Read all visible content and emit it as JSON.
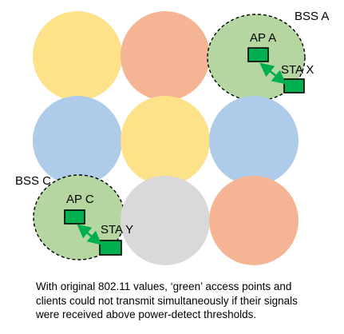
{
  "colors": {
    "yellow": "#fde28a",
    "orange": "#f5b594",
    "blue": "#aecbe9",
    "gray": "#d9d9d9",
    "green": "#b5d6a0",
    "device": "#00b050",
    "arrow": "#00b050"
  },
  "grid": [
    [
      "yellow",
      "orange",
      "green"
    ],
    [
      "blue",
      "yellow",
      "blue"
    ],
    [
      "green",
      "gray",
      "orange"
    ]
  ],
  "labels": {
    "bss_a": "BSS A",
    "bss_c": "BSS C",
    "ap_a": "AP A",
    "sta_x": "STA X",
    "ap_c": "AP C",
    "sta_y": "STA Y"
  },
  "caption": "With original 802.11 values, ‘green’ access points and\nclients could not transmit simultaneously if their signals\nwere received above power-detect thresholds."
}
